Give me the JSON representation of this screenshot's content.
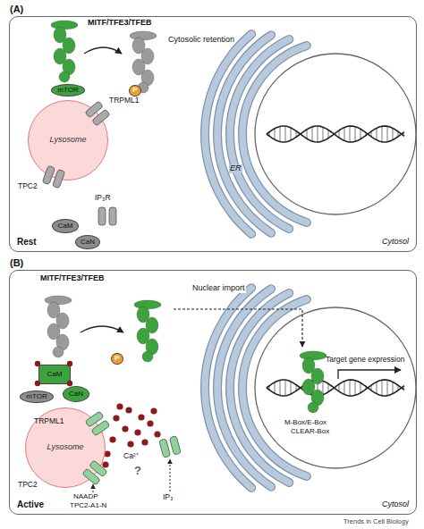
{
  "diagram": {
    "nodes": [
      {
        "text": [
          "(A)",
          "Rest",
          "Cytosol"
        ]
      },
      {
        "text": [
          "P"
        ],
        "in": 0
      },
      {
        "text": [
          "mTOR"
        ],
        "in": 0
      },
      {
        "text": [
          "Lysosome"
        ],
        "in": 0
      },
      {
        "text": [
          "CaM"
        ],
        "in": 0
      },
      {
        "text": [
          "CaN"
        ],
        "in": 0
      },
      {
        "text": [
          "(B)",
          "Active",
          "Cytosol"
        ]
      },
      {
        "text": [
          "P"
        ],
        "in": 6
      },
      {
        "text": [
          "CaM"
        ],
        "in": 6
      },
      {
        "text": [
          "CaN"
        ],
        "in": 6
      },
      {
        "text": [
          "mTOR"
        ],
        "in": 6
      },
      {
        "text": [
          "Lysosome"
        ],
        "in": 6
      }
    ],
    "labels": [
      "MITF/TFE3/TFEB",
      "Cytosolic retention",
      "TRPML1",
      "TPC2",
      "IP₃R",
      "ER",
      "MITF/TFE3/TFEB",
      "Nuclear import",
      "Target gene expression",
      "M-Box/E-Box",
      "CLEAR-Box",
      "TRPML1",
      "TPC2",
      "Ca²⁺",
      "?",
      "IP₃",
      "NAADP",
      "TPC2-A1-N",
      "Trends in Cell Biology"
    ]
  }
}
